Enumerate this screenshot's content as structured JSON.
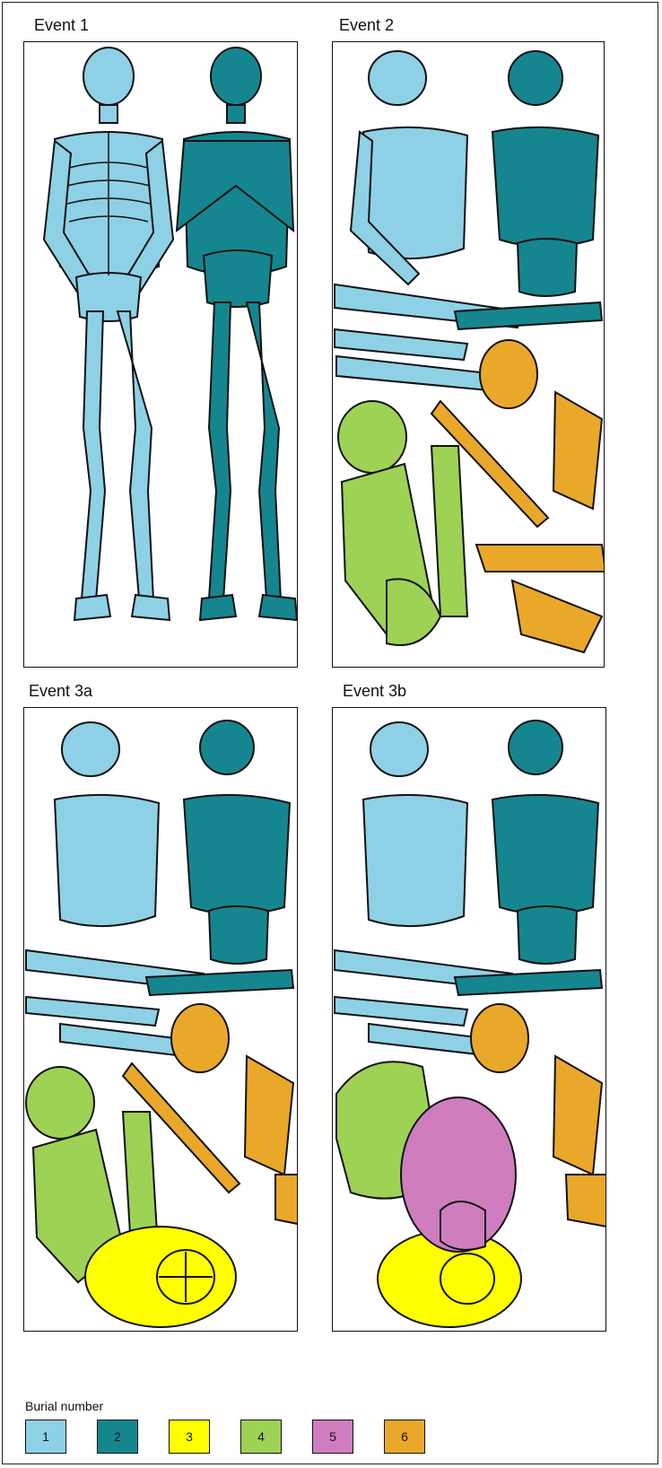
{
  "panels": [
    {
      "title": "Event 1"
    },
    {
      "title": "Event 2"
    },
    {
      "title": "Event 3a"
    },
    {
      "title": "Event 3b"
    }
  ],
  "legend": {
    "title": "Burial number",
    "items": [
      {
        "label": "1",
        "color": "#8ed1e6"
      },
      {
        "label": "2",
        "color": "#15868f"
      },
      {
        "label": "3",
        "color": "#ffff00"
      },
      {
        "label": "4",
        "color": "#9ed255"
      },
      {
        "label": "5",
        "color": "#cf7dbf"
      },
      {
        "label": "6",
        "color": "#eaa82a"
      }
    ]
  }
}
